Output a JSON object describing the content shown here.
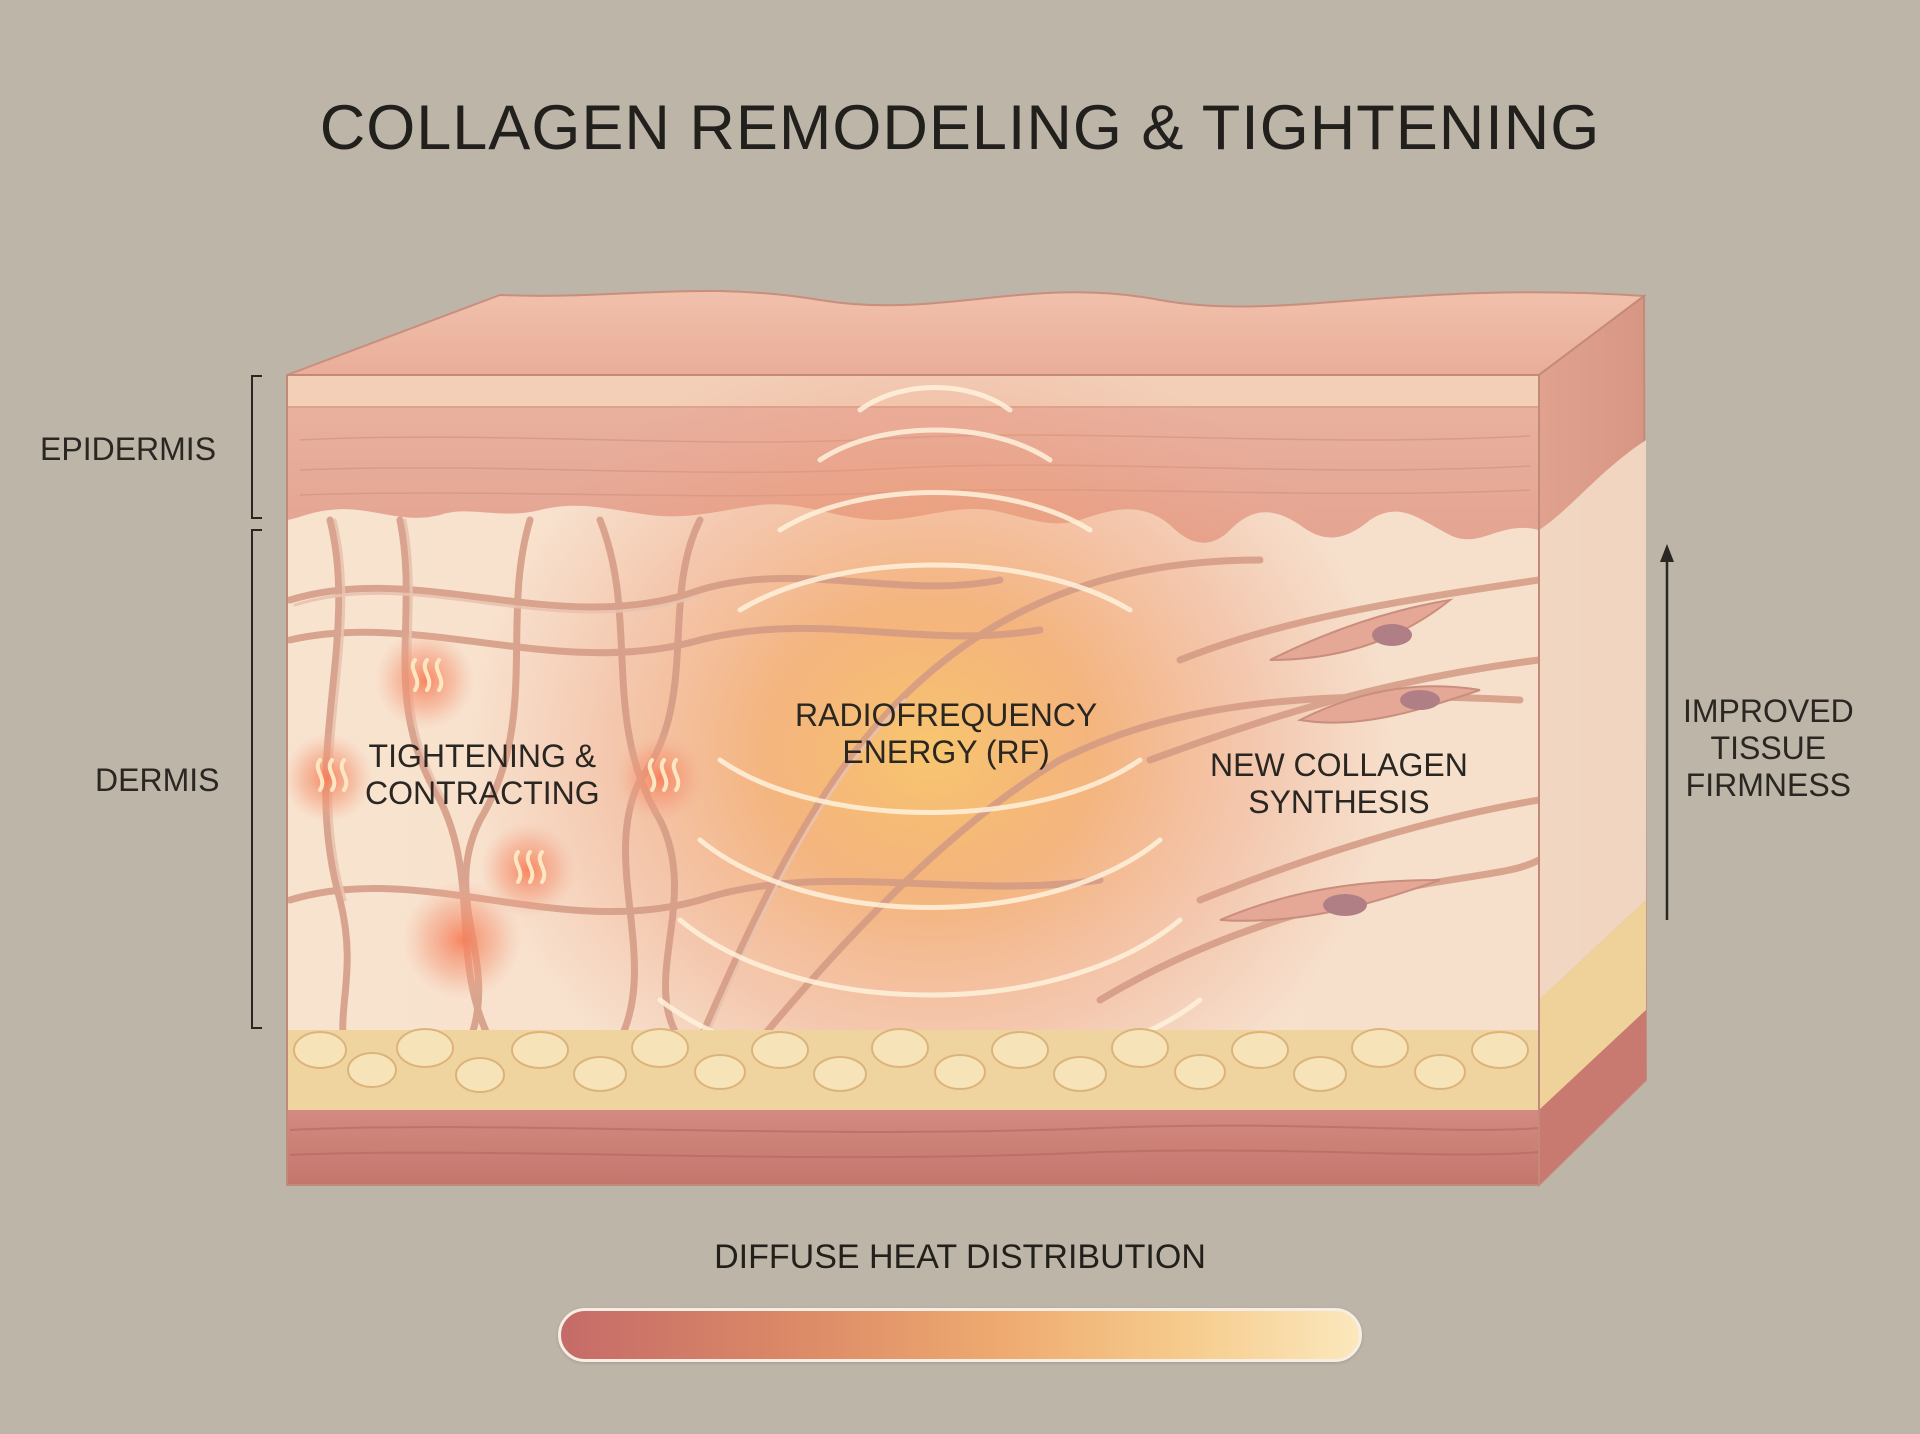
{
  "title": "COLLAGEN REMODELING & TIGHTENING",
  "labels": {
    "epidermis": "EPIDERMIS",
    "dermis": "DERMIS",
    "tightening": [
      "TIGHTENING &",
      "CONTRACTING"
    ],
    "rf_energy": [
      "RADIOFREQUENCY",
      "ENERGY (RF)"
    ],
    "new_collagen": [
      "NEW COLLAGEN",
      "SYNTHESIS"
    ],
    "firmness": [
      "IMPROVED",
      "TISSUE",
      "FIRMNESS"
    ]
  },
  "heat_scale": {
    "caption": "DIFFUSE HEAT DISTRIBUTION",
    "gradient_colors": [
      "#c56b68",
      "#dc8a67",
      "#eeaa70",
      "#f6cb8c",
      "#fbe8bd"
    ]
  },
  "colors": {
    "background": "#bdb5a7",
    "skin": "#e7a896",
    "dermis": "#f8e3cf",
    "fat": "#f1d7a0",
    "muscle": "#c87c72",
    "rf_glow": "#f6a254"
  }
}
